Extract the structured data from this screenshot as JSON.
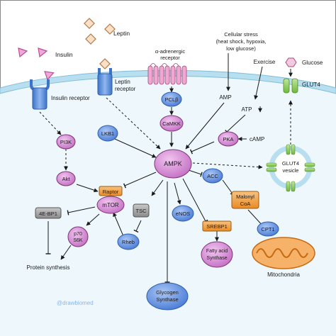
{
  "colors": {
    "purple_node": "#d98bd8",
    "blue_node": "#5f8fe0",
    "gray_node": "#9a9a9a",
    "orange_node": "#f0a54a",
    "membrane": "#b8dff0",
    "receptor": "#5a8fd6",
    "green_transporter": "#8fcf5a",
    "mitochondria": "#f08a2a"
  },
  "ligands": {
    "insulin": "Insulin",
    "leptin": "Leptin",
    "glucose": "Glucose"
  },
  "receptors": {
    "insulin_receptor": "Insulin receptor",
    "leptin_receptor_line1": "Leptin",
    "leptin_receptor_line2": "receptor",
    "alpha_adrenergic_line1": "α-adrenergic",
    "alpha_adrenergic_line2": "receptor",
    "glut4": "GLUT4",
    "glut4_vesicle_line1": "GLUT4",
    "glut4_vesicle_line2": "vesicle"
  },
  "stimuli": {
    "cellular_stress_line1": "Cellular stress",
    "cellular_stress_line2": "(heat shock, hypoxia,",
    "cellular_stress_line3": "low glucose)",
    "exercise": "Exercise",
    "amp": "AMP",
    "atp": "ATP",
    "camp": "cAMP"
  },
  "nodes": {
    "ampk": "AMPK",
    "lkb1": "LKB1",
    "plcb": "PCLβ",
    "camkk": "CaMKK",
    "pka": "PKA",
    "pi3k": "PI3K",
    "akt": "Akt",
    "raptor": "Raptor",
    "mtor": "mTOR",
    "tsc": "TSC",
    "rheb": "Rheb",
    "ebp1": "4E-BP1",
    "p70_line1": "p70",
    "p70_line2": "S6K",
    "enos": "eNOS",
    "acc": "ACC",
    "malonyl_line1": "Malonyl",
    "malonyl_line2": "CoA",
    "cpt1": "CPT1",
    "srebp1": "SREBP1",
    "fas_line1": "Fatty acid",
    "fas_line2": "Synthase",
    "glycogen_line1": "Glycogen",
    "glycogen_line2": "Synthase"
  },
  "outputs": {
    "protein_synthesis": "Protein synthesis",
    "mitochondria": "Mitochondria"
  },
  "watermark": "@drawbiomed"
}
